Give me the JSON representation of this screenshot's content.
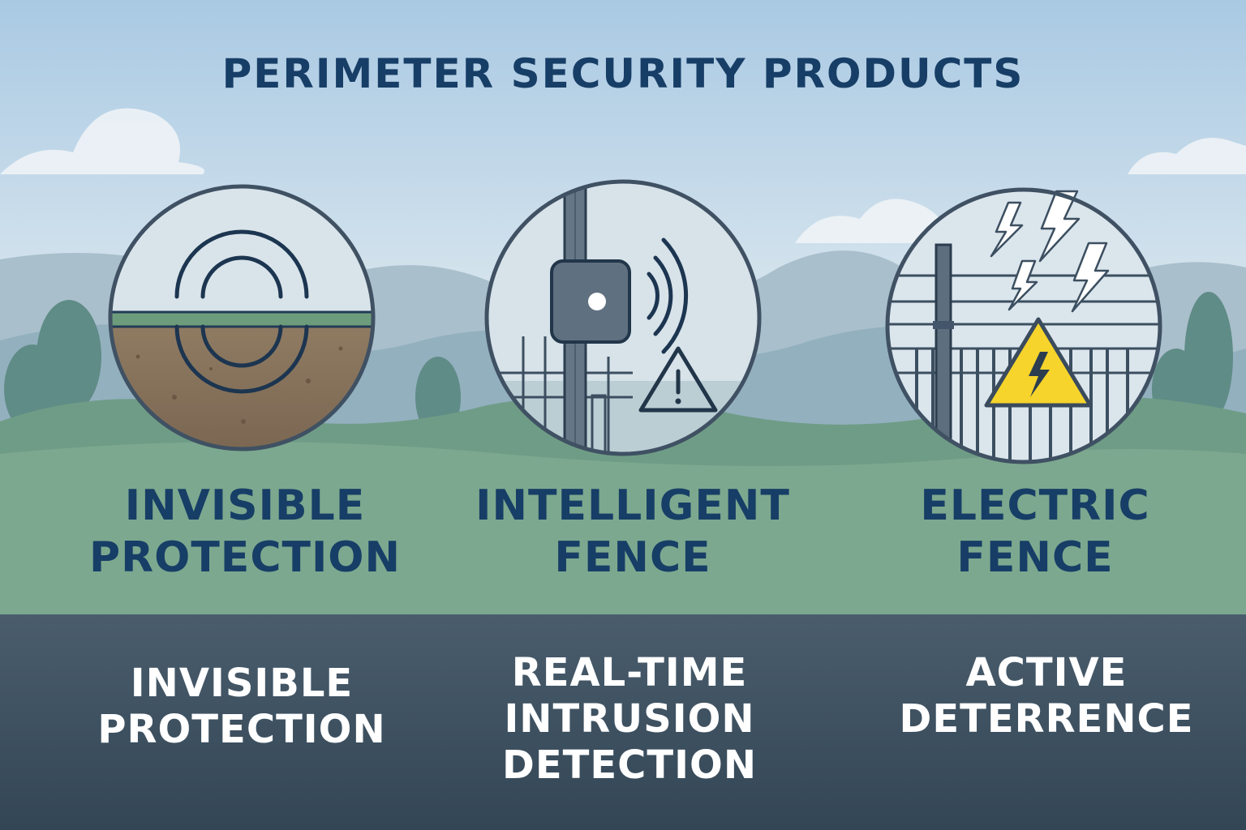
{
  "title": "PERIMETER SECURITY PRODUCTS",
  "colors": {
    "sky_top": "#a9c9e3",
    "sky_bottom": "#dce8ef",
    "title": "#173e66",
    "grass": "#78a58a",
    "bottom_band": "#3e5162",
    "ground_soil": "#8b7660",
    "warning_yellow": "#f6d42b"
  },
  "products": [
    {
      "icon": "underground-sensor-icon",
      "label_lines": [
        "INVISIBLE",
        "PROTECTION"
      ],
      "description_lines": [
        "INVISIBLE",
        "PROTECTION"
      ]
    },
    {
      "icon": "fence-sensor-icon",
      "label_lines": [
        "INTELLIGENT",
        "FENCE"
      ],
      "description_lines": [
        "REAL-TIME",
        "INTRUSION",
        "DETECTION"
      ]
    },
    {
      "icon": "electric-fence-icon",
      "label_lines": [
        "ELECTRIC",
        "FENCE"
      ],
      "description_lines": [
        "ACTIVE",
        "DETERRENCE"
      ]
    }
  ]
}
